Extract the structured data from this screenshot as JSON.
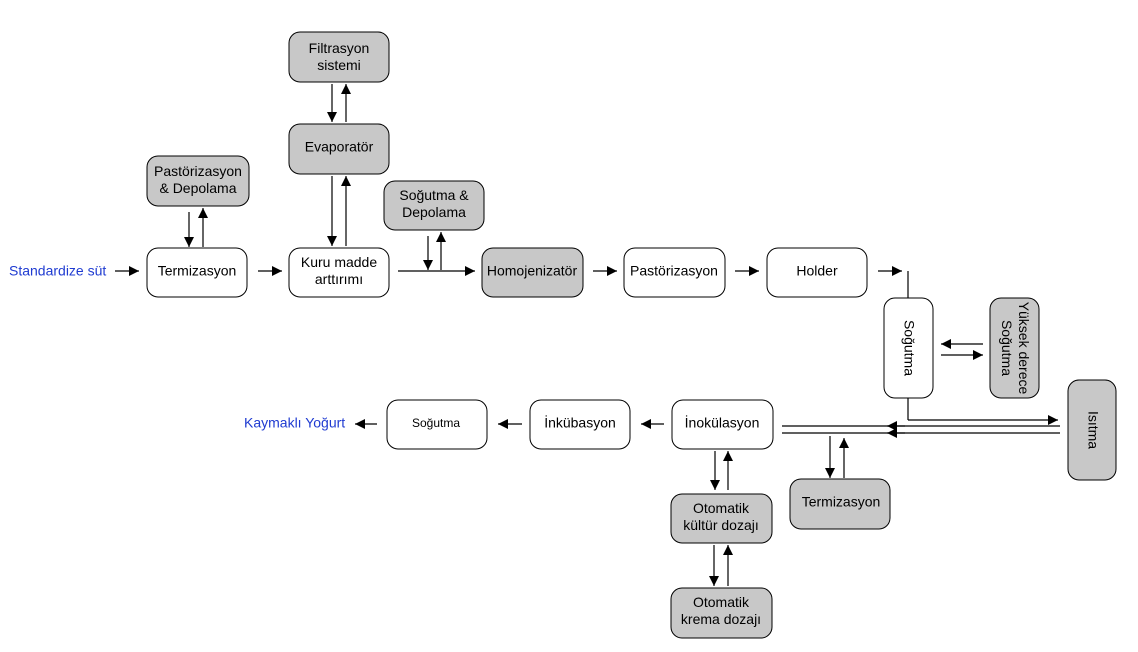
{
  "inputs": {
    "start": "Standardize süt",
    "end": "Kaymaklı Yoğurt"
  },
  "nodes": {
    "filtrasyon": [
      "Filtrasyon",
      "sistemi"
    ],
    "evaporator": [
      "Evaporatör"
    ],
    "pastorizasyon_depolama": [
      "Pastörizasyon",
      "& Depolama"
    ],
    "sogutma_depolama": [
      "Soğutma &",
      "Depolama"
    ],
    "termizasyon": [
      "Termizasyon"
    ],
    "kuru_madde": [
      "Kuru madde",
      "arttırımı"
    ],
    "homojenizator": [
      "Homojenizatör"
    ],
    "pastorizasyon": [
      "Pastörizasyon"
    ],
    "holder": [
      "Holder"
    ],
    "sogutma_vertical": [
      "Soğutma"
    ],
    "yuksek_derece": [
      "Yüksek derece",
      "Soğutma"
    ],
    "isitma": [
      "Isıtma"
    ],
    "sogutma_final": [
      "Soğutma"
    ],
    "inkubasyon": [
      "İnkübasyon"
    ],
    "inokulasyon": [
      "İnokülasyon"
    ],
    "termizasyon_2": [
      "Termizasyon"
    ],
    "kultur_dozaji": [
      "Otomatik",
      "kültür dozajı"
    ],
    "krema_dozaji": [
      "Otomatik",
      "krema dozajı"
    ]
  },
  "colors": {
    "box_white": "#ffffff",
    "box_grey": "#c8c8c8",
    "input_text": "#1f3bd1",
    "line": "#000000"
  }
}
